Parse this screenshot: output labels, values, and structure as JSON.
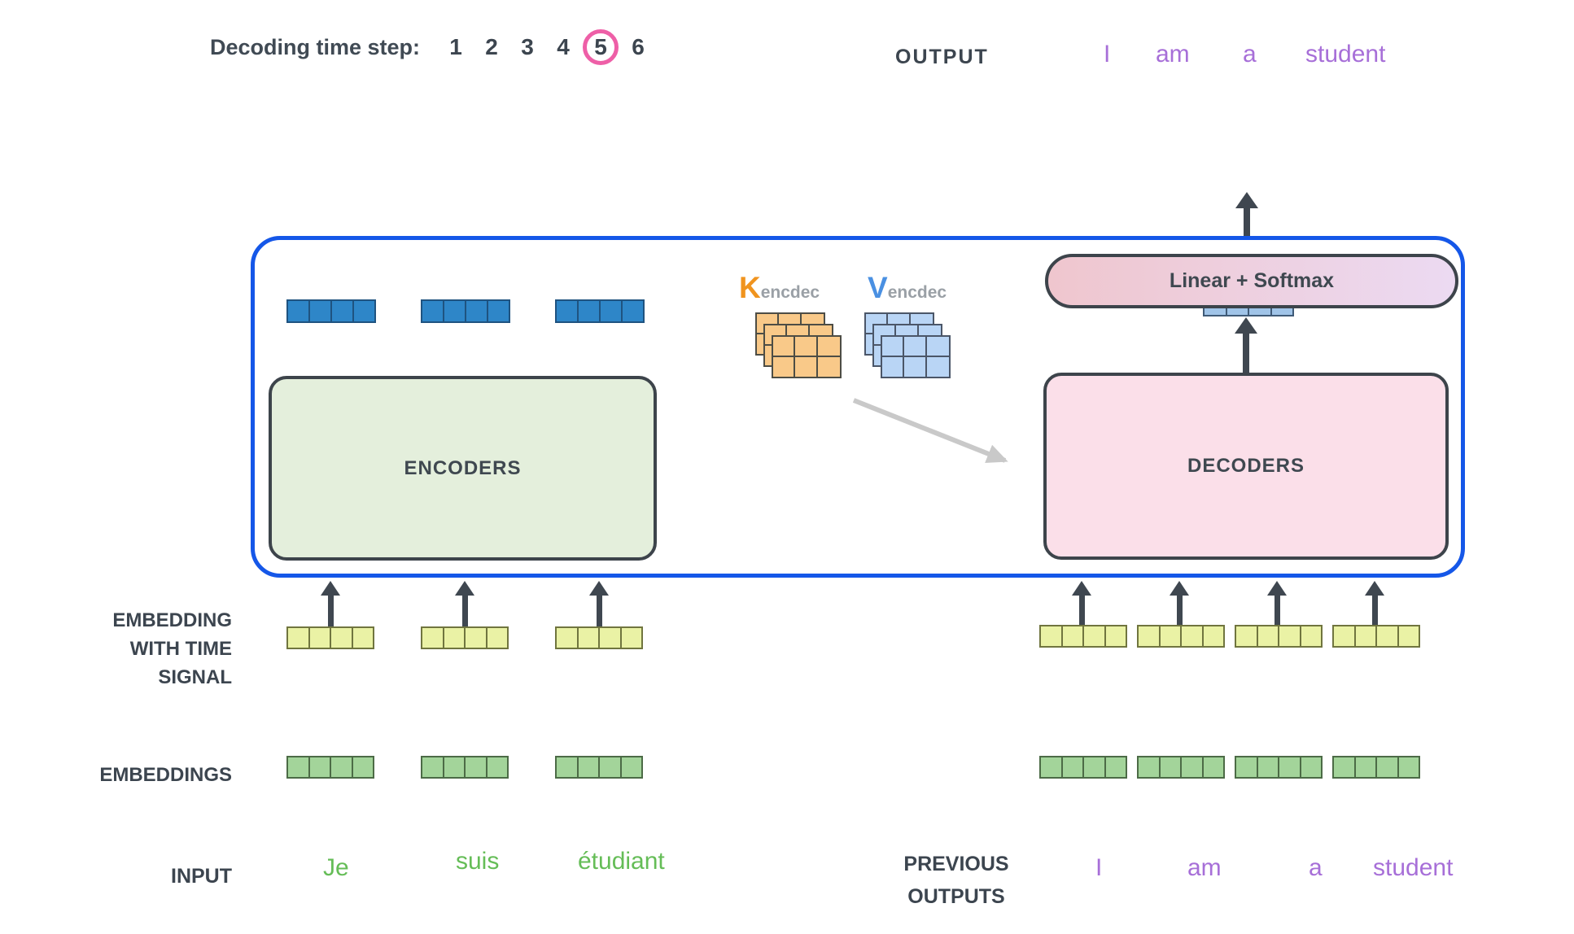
{
  "header": {
    "decoding_label": "Decoding time step:",
    "steps": [
      "1",
      "2",
      "3",
      "4",
      "5",
      "6"
    ],
    "active_step": "5",
    "output_label": "OUTPUT",
    "output_tokens": [
      "I",
      "am",
      "a",
      "student"
    ]
  },
  "diagram": {
    "encoders_label": "ENCODERS",
    "decoders_label": "DECODERS",
    "linear_softmax_label": "Linear + Softmax",
    "k_matrix": {
      "letter": "K",
      "subscript": "encdec"
    },
    "v_matrix": {
      "letter": "V",
      "subscript": "encdec"
    },
    "matrix_grid": {
      "rows": 2,
      "cols": 3,
      "sheets": 3
    },
    "vector_cells": 4
  },
  "left": {
    "embedding_time_label_lines": [
      "EMBEDDING",
      "WITH TIME",
      "SIGNAL"
    ],
    "embeddings_label": "EMBEDDINGS",
    "input_label": "INPUT",
    "input_tokens": [
      "Je",
      "suis",
      "étudiant"
    ]
  },
  "right": {
    "previous_outputs_label_lines": [
      "PREVIOUS",
      "OUTPUTS"
    ],
    "previous_tokens": [
      "I",
      "am",
      "a",
      "student"
    ]
  },
  "colors": {
    "accent_blue_border": "#1557e8",
    "encoder_fill": "#e4efdc",
    "decoder_fill": "#fbdfe9",
    "pill_gradient_left": "#efc6ce",
    "pill_gradient_right": "#ecdaf2",
    "blue_vector": "#2e86c8",
    "yellow_vector": "#eaf2a5",
    "green_vector": "#a3d49a",
    "orange_matrix": "#f9c989",
    "blue_matrix": "#b9d5f5",
    "token_green": "#65bd57",
    "token_purple": "#a76fd8",
    "circle_pink": "#ee5fa7",
    "text_dark": "#404a54",
    "k_letter": "#f0941f",
    "v_letter": "#4a90e2",
    "subscript_gray": "#9aa0a6",
    "arrow_dark": "#3f4750",
    "arrow_gray": "#c9c9c9"
  }
}
